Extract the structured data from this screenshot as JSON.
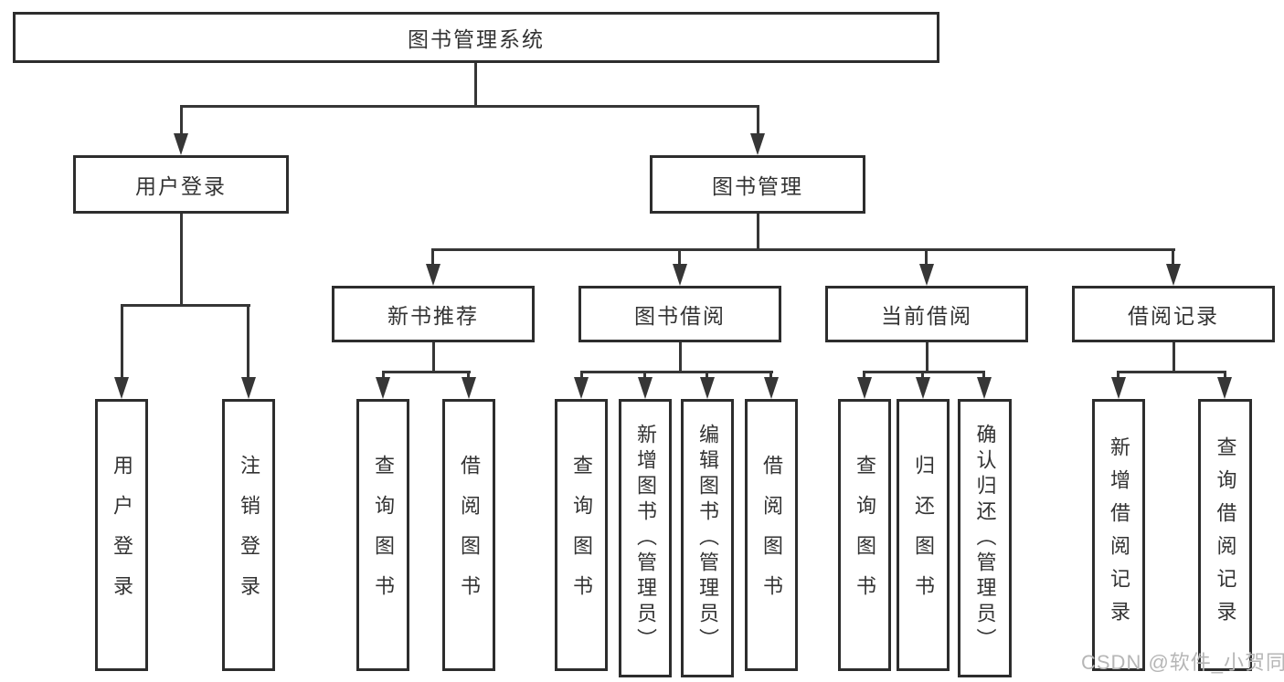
{
  "diagram": {
    "root": "图书管理系统",
    "branches": [
      {
        "label": "用户登录",
        "children": [
          "用户登录",
          "注销登录"
        ]
      },
      {
        "label": "图书管理",
        "children": [
          {
            "label": "新书推荐",
            "children": [
              "查询图书",
              "借阅图书"
            ]
          },
          {
            "label": "图书借阅",
            "children": [
              "查询图书",
              "新增图书（管理员）",
              "编辑图书（管理员）",
              "借阅图书"
            ]
          },
          {
            "label": "当前借阅",
            "children": [
              "查询图书",
              "归还图书",
              "确认归还（管理员）"
            ]
          },
          {
            "label": "借阅记录",
            "children": [
              "新增借阅记录",
              "查询借阅记录"
            ]
          }
        ]
      }
    ]
  },
  "watermark": "CSDN @软件_小贺同学",
  "colors": {
    "line": "#363636",
    "text": "#333333",
    "watermark": "#b6b6b6",
    "background": "#ffffff"
  }
}
